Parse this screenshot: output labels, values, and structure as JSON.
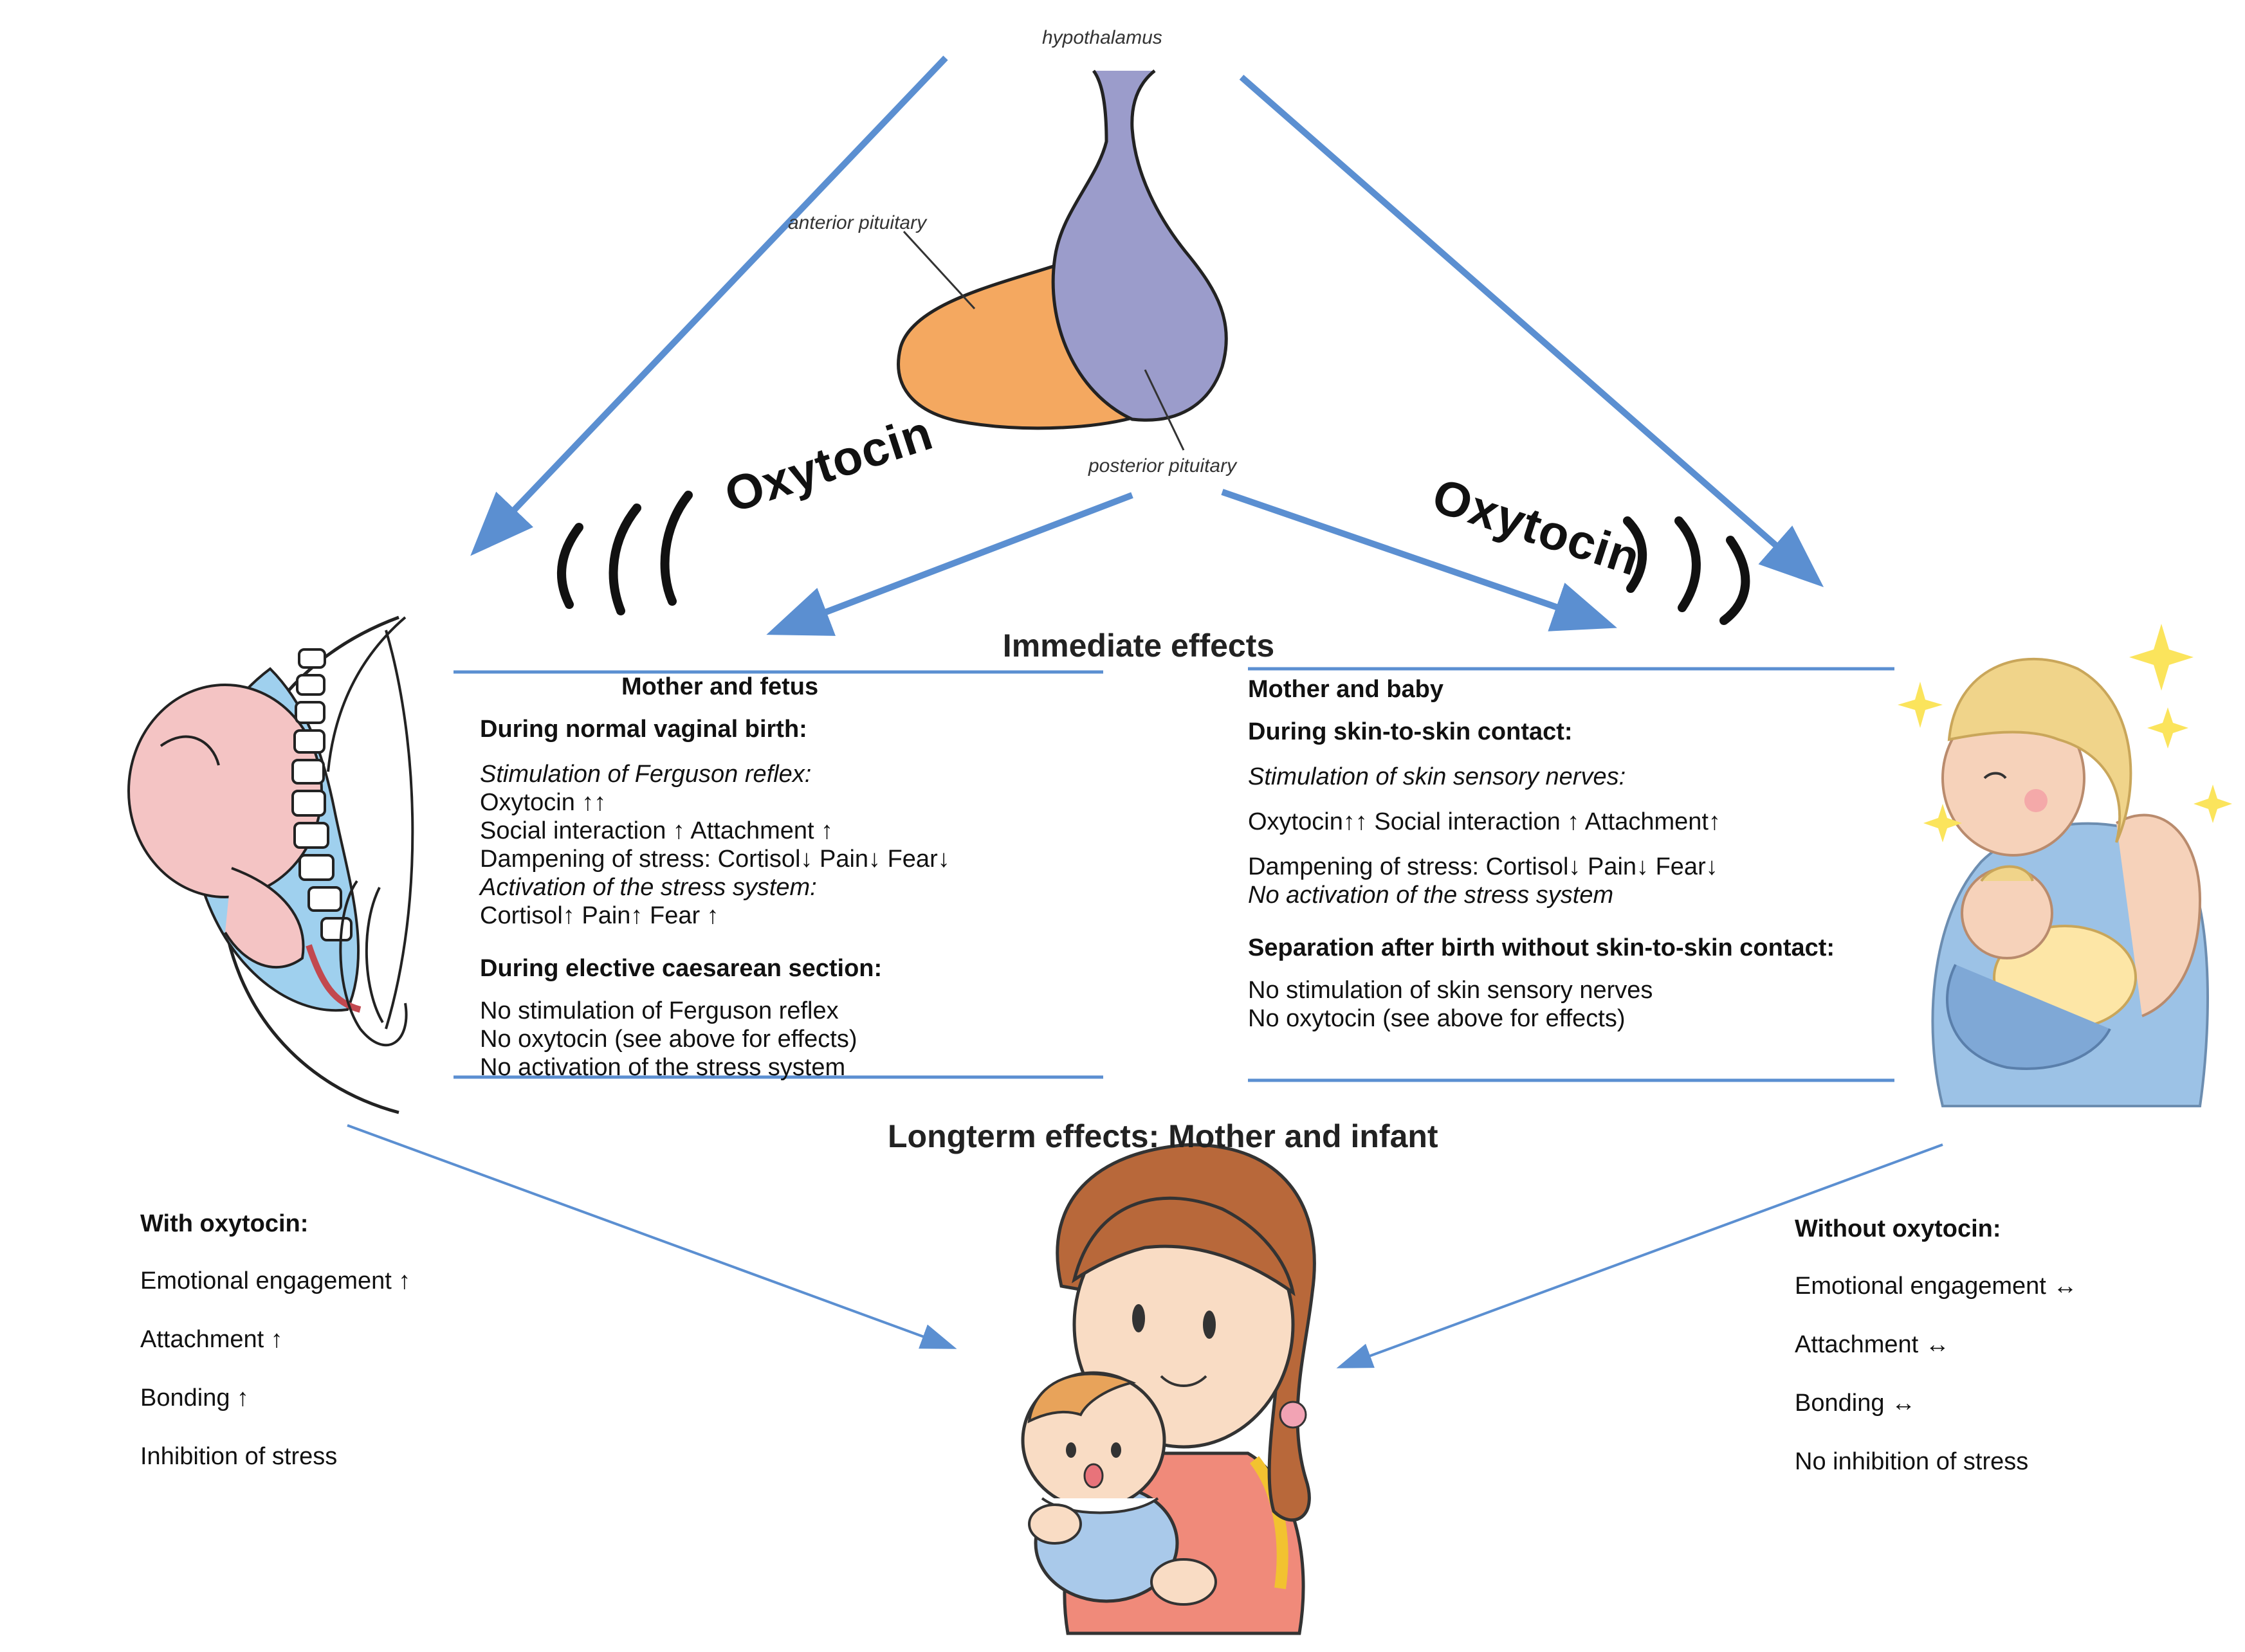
{
  "pituitary": {
    "hypothalamus_label": "hypothalamus",
    "anterior_label": "anterior pituitary",
    "posterior_label": "posterior pituitary"
  },
  "oxytocin_left": "Oxytocin",
  "oxytocin_right": "Oxytocin",
  "immediate": {
    "heading": "Immediate effects",
    "left": {
      "title": "Mother and fetus",
      "section1_title": "During  normal vaginal birth:",
      "section1_sub": "Stimulation of Ferguson reflex:",
      "section1_lines": [
        "Oxytocin ↑↑",
        "Social interaction ↑ Attachment ↑",
        "Dampening of stress: Cortisol↓  Pain↓ Fear↓"
      ],
      "section1_sub2": "Activation of the stress system:",
      "section1_line_last": "Cortisol↑ Pain↑ Fear ↑",
      "section2_title": "During elective caesarean section:",
      "section2_lines": [
        "No stimulation of Ferguson reflex",
        "No oxytocin (see above for effects)",
        "No activation of the stress system"
      ]
    },
    "right": {
      "title": "Mother and baby",
      "section1_title": "During skin-to-skin contact:",
      "section1_sub": "Stimulation of skin sensory nerves:",
      "section1_line1": "Oxytocin↑↑ Social interaction ↑ Attachment↑",
      "section1_line2": "Dampening of stress: Cortisol↓  Pain↓ Fear↓",
      "section1_sub2": "No activation of the stress system",
      "section2_title": "Separation after birth without skin-to-skin contact:",
      "section2_lines": [
        "No stimulation of skin sensory nerves",
        "No oxytocin (see above for effects)"
      ]
    }
  },
  "longterm": {
    "heading": "Longterm effects: Mother and infant",
    "with": {
      "title": "With oxytocin:",
      "items": [
        "Emotional engagement ↑",
        "Attachment ↑",
        "Bonding ↑",
        "Inhibition of stress"
      ]
    },
    "without": {
      "title": "Without oxytocin:",
      "items": [
        "Emotional engagement ↔",
        "Attachment ↔",
        "Bonding ↔",
        "No inhibition of stress"
      ]
    }
  },
  "colors": {
    "arrow": "#5b8fd1",
    "divider": "#5b8fd1",
    "anterior": "#f4a860",
    "posterior": "#9b9ccb",
    "skin": "#f6d2ba",
    "dress_blue": "#9cc2e6",
    "apron": "#f08a7a",
    "hair_brown": "#b8683a",
    "hair_blonde": "#f0d48a",
    "fetus": "#f4c4c4"
  }
}
